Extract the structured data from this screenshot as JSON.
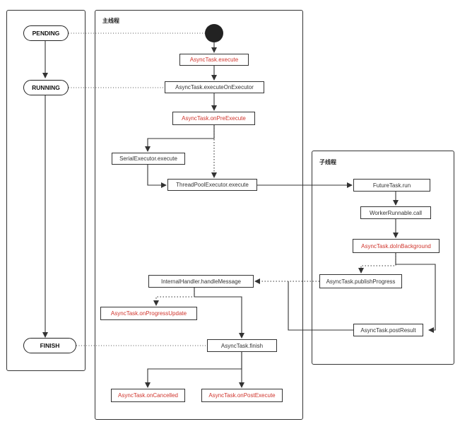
{
  "lanes": {
    "main": {
      "title": "主线程"
    },
    "worker": {
      "title": "子线程"
    }
  },
  "states": {
    "pending": "PENDING",
    "running": "RUNNING",
    "finish": "FINISH"
  },
  "nodes": {
    "execute": "AsyncTask.execute",
    "execute_on_executor": "AsyncTask.executeOnExecutor",
    "on_pre_execute": "AsyncTask.onPreExecute",
    "serial_executor": "SerialExecutor.execute",
    "thread_pool_executor": "ThreadPoolExecutor.execute",
    "future_task_run": "FutureTask.run",
    "worker_runnable_call": "WorkerRunnable.call",
    "do_in_background": "AsyncTask.doInBackground",
    "publish_progress": "AsyncTask.publishProgress",
    "post_result": "AsyncTask.postResult",
    "handle_message": "InternalHandler.handleMessage",
    "on_progress_update": "AsyncTask.onProgressUpdate",
    "finish": "AsyncTask.finish",
    "on_cancelled": "AsyncTask.onCancelled",
    "on_post_execute": "AsyncTask.onPostExecute"
  },
  "colors": {
    "line": "#333333",
    "highlight_text": "#d0342c"
  }
}
